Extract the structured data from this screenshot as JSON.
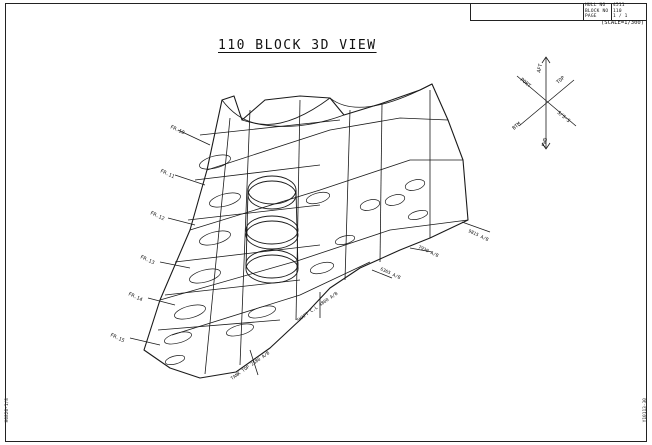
{
  "drawing": {
    "title": "110 BLOCK 3D VIEW",
    "scale": "(SCALE=1/300)",
    "title_block": {
      "hull_no_label": "HULL NO",
      "hull_no_value": "4511",
      "block_no_label": "BLOCK NO",
      "block_no_value": "110",
      "page_label": "PAGE",
      "page_value": "1 / 1"
    },
    "left_code": "H0820-1/8",
    "right_code": "Y10113-30"
  },
  "compass": {
    "labels": [
      "AFT",
      "TOP",
      "S/S-S",
      "FWD",
      "BTM",
      "PORT"
    ]
  },
  "frame_labels": [
    "FR.10",
    "FR.11",
    "FR.12",
    "FR.13",
    "FR.14",
    "FR.15"
  ],
  "dimension_labels": [
    "9815 A/B",
    "7930 A/B",
    "6365 A/B",
    "SHAFT C.L 4800 A/B",
    "TANK TOP 2580 A/B"
  ]
}
